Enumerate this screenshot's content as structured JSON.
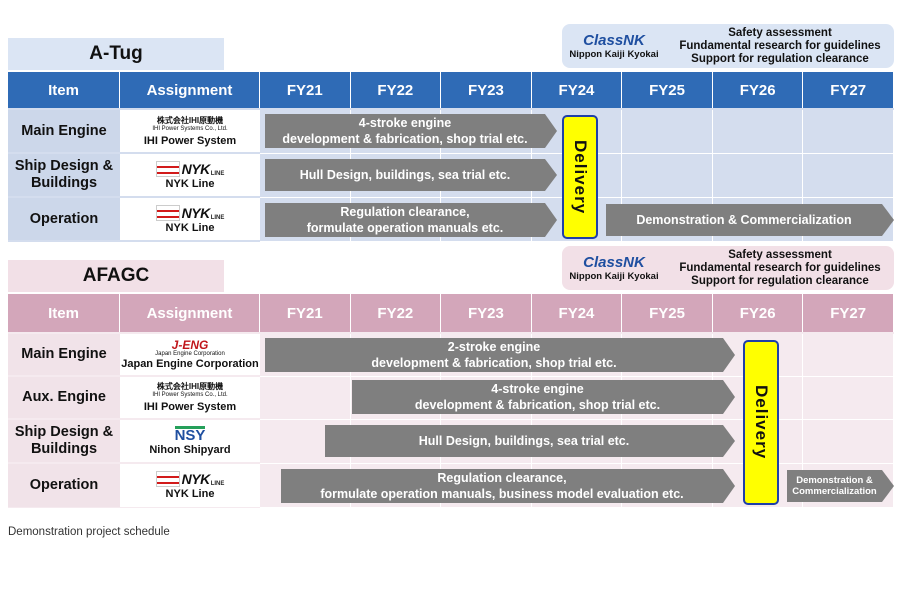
{
  "caption": "Demonstration project schedule",
  "columns": {
    "item": "Item",
    "assignment": "Assignment",
    "years": [
      "FY21",
      "FY22",
      "FY23",
      "FY24",
      "FY25",
      "FY26",
      "FY27"
    ]
  },
  "classnk": {
    "logo": "ClassNK",
    "org": "Nippon Kaiji Kyokai",
    "roles": "Safety assessment\nFundamental research for guidelines\nSupport for regulation clearance"
  },
  "atug": {
    "title": "A-Tug",
    "colors": {
      "title_bg": "#dbe5f4",
      "header_bg": "#2f6bb6",
      "row_bg": "#d4ddee",
      "label_bg": "#ccd7ea"
    },
    "rows": [
      {
        "item": "Main Engine",
        "assignment": "IHI Power System",
        "logo": "ihi",
        "logo_text": "株式会社IHI原動機",
        "logo_sub": "IHI Power Systems Co., Ltd."
      },
      {
        "item": "Ship Design &\nBuildings",
        "assignment": "NYK Line",
        "logo": "nyk",
        "logo_text": "NYK",
        "logo_sub": "LINE"
      },
      {
        "item": "Operation",
        "assignment": "NYK Line",
        "logo": "nyk",
        "logo_text": "NYK",
        "logo_sub": "LINE"
      }
    ],
    "bars": [
      {
        "label": "4-stroke engine\ndevelopment & fabrication, shop trial etc."
      },
      {
        "label": "Hull Design, buildings, sea trial etc."
      },
      {
        "label": "Regulation clearance,\nformulate operation manuals etc."
      },
      {
        "label": "Demonstration & Commercialization"
      }
    ],
    "delivery": "Delivery"
  },
  "afagc": {
    "title": "AFAGC",
    "colors": {
      "title_bg": "#f2e0e7",
      "header_bg": "#d3a6ba",
      "row_bg": "#f5eaef",
      "label_bg": "#f1e3e9"
    },
    "rows": [
      {
        "item": "Main Engine",
        "assignment": "Japan Engine Corporation",
        "logo": "jeng",
        "logo_text": "J-ENG",
        "logo_sub": "Japan Engine Corporation"
      },
      {
        "item": "Aux. Engine",
        "assignment": "IHI Power System",
        "logo": "ihi",
        "logo_text": "株式会社IHI原動機",
        "logo_sub": "IHI Power Systems Co., Ltd."
      },
      {
        "item": "Ship Design &\nBuildings",
        "assignment": "Nihon Shipyard",
        "logo": "nsy",
        "logo_text": "NSY",
        "logo_sub": ""
      },
      {
        "item": "Operation",
        "assignment": "NYK Line",
        "logo": "nyk",
        "logo_text": "NYK",
        "logo_sub": "LINE"
      }
    ],
    "bars": [
      {
        "label": "2-stroke engine\ndevelopment & fabrication, shop trial etc."
      },
      {
        "label": "4-stroke engine\ndevelopment & fabrication, shop trial etc."
      },
      {
        "label": "Hull Design, buildings, sea trial etc."
      },
      {
        "label": "Regulation clearance,\nformulate operation manuals, business model evaluation etc."
      },
      {
        "label": "Demonstration &\nCommercialization"
      }
    ],
    "delivery": "Delivery"
  }
}
